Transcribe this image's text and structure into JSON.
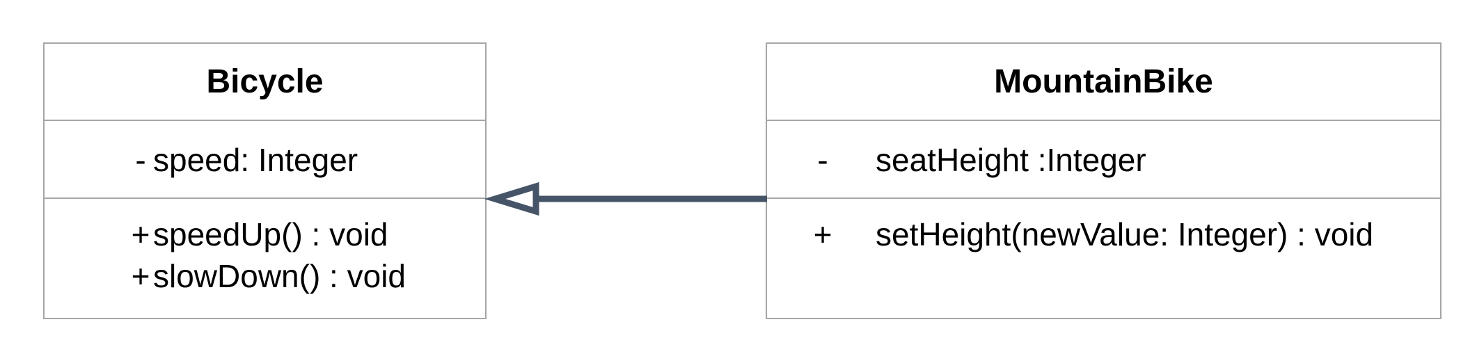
{
  "colors": {
    "box_border": "#a6a6a6",
    "arrow": "#465467",
    "background": "#ffffff"
  },
  "classes": [
    {
      "name": "Bicycle",
      "attributes": [
        {
          "visibility": "-",
          "signature": "speed: Integer"
        }
      ],
      "operations": [
        {
          "visibility": "+",
          "signature": "speedUp() : void"
        },
        {
          "visibility": "+",
          "signature": "slowDown() : void"
        }
      ]
    },
    {
      "name": "MountainBike",
      "attributes": [
        {
          "visibility": "-",
          "signature": "seatHeight :Integer"
        }
      ],
      "operations": [
        {
          "visibility": "+",
          "signature": "setHeight(newValue: Integer) : void"
        }
      ]
    }
  ],
  "relationships": [
    {
      "type": "generalization",
      "from": "MountainBike",
      "to": "Bicycle"
    }
  ]
}
